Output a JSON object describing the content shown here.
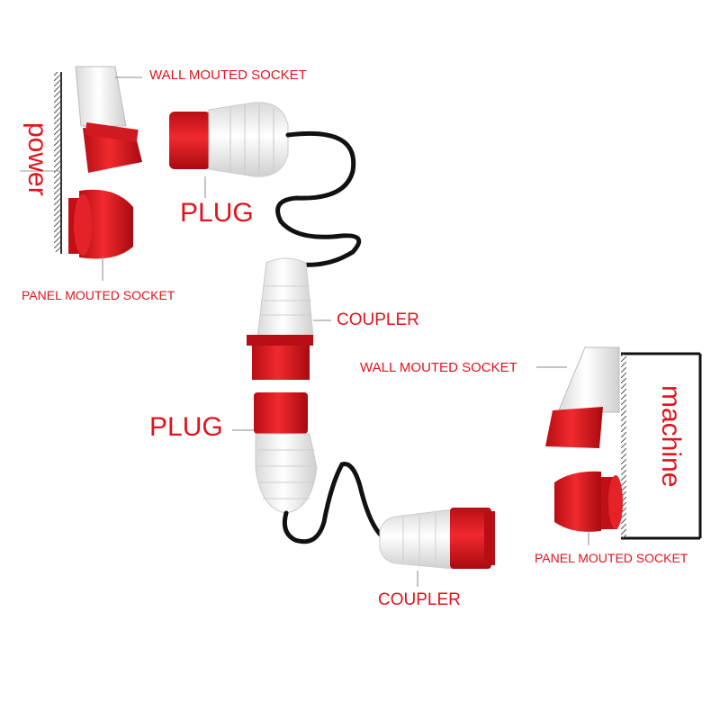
{
  "labels": {
    "wall_socket_top": "WALL MOUTED SOCKET",
    "panel_socket_top": "PANEL MOUTED SOCKET",
    "plug_top": "PLUG",
    "coupler_middle": "COUPLER",
    "plug_middle": "PLUG",
    "wall_socket_right": "WALL MOUTED SOCKET",
    "panel_socket_right": "PANEL MOUTED SOCKET",
    "coupler_bottom": "COUPLER",
    "power": "power",
    "machine": "machine"
  },
  "colors": {
    "accent_red": "#e3131b",
    "body_white": "#f0f0f0",
    "cable": "#111111",
    "wall_hatch": "#555555"
  },
  "icons": [
    "wall-mounted-socket-icon",
    "panel-mounted-socket-icon",
    "plug-icon",
    "coupler-icon",
    "cable-icon"
  ]
}
